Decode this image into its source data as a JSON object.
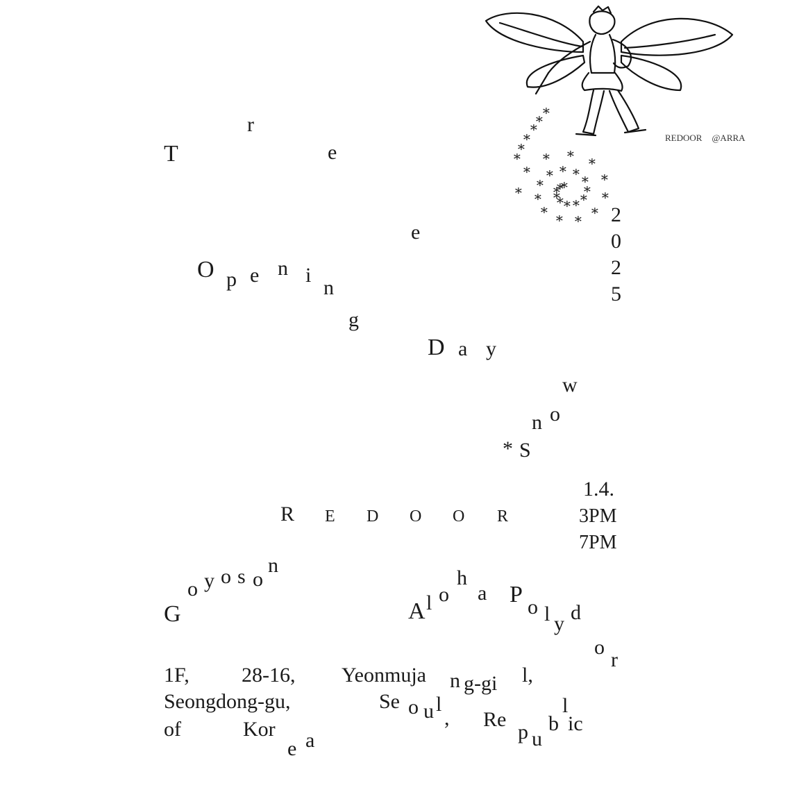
{
  "fairy_credit": {
    "left": "REDOOR",
    "right": "@ARRA"
  },
  "title": {
    "word1": [
      "T",
      "r",
      "e",
      "e"
    ],
    "word2": [
      "O",
      "p",
      "e",
      "n",
      "i",
      "n",
      "g"
    ],
    "word3": [
      "D",
      "a",
      "y"
    ]
  },
  "year_digits": [
    "2",
    "0",
    "2",
    "5"
  ],
  "snow": {
    "star": "*",
    "letters": [
      "S",
      "n",
      "o",
      "w"
    ]
  },
  "venue": [
    "R",
    "E",
    "D",
    "O",
    "O",
    "R"
  ],
  "date": {
    "day": "1.4.",
    "start": "3PM",
    "end": "7PM"
  },
  "artists": {
    "artist1": [
      "G",
      "o",
      "y",
      "o",
      "s",
      "o",
      "n"
    ],
    "artist2": [
      "A",
      "l",
      "o",
      "h",
      "a",
      "P",
      "o",
      "l",
      "y",
      "d",
      "o",
      "r"
    ]
  },
  "address": {
    "line1": [
      "1F,",
      "28-16,",
      "Yeonmuja",
      "n",
      "g-gi",
      "l,"
    ],
    "line2": [
      "Seongdong-gu,",
      "Se",
      "o",
      "u",
      "l",
      ",",
      "Re",
      "p",
      "u",
      "b",
      "l",
      "ic"
    ],
    "line3": [
      "of",
      "Kor",
      "e",
      "a"
    ]
  }
}
